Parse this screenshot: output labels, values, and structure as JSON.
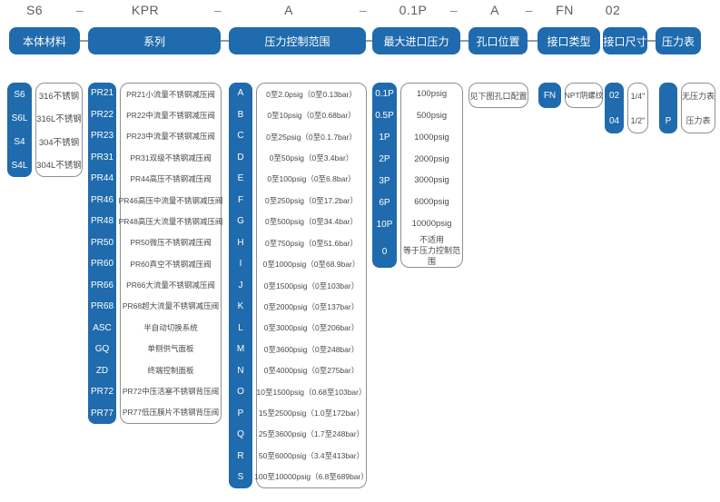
{
  "colors": {
    "primary_blue": "#1f6bad",
    "box_border": "#8f8f8f",
    "value_text": "#4a4a4a",
    "code_row_text": "#5d5d5d"
  },
  "code_row": {
    "values": [
      "S6",
      "KPR",
      "A",
      "0.1P",
      "A",
      "FN",
      "02"
    ],
    "dash": "–"
  },
  "columns": [
    {
      "header": "本体材料",
      "items": [
        {
          "code": "S6",
          "label": "316不锈钢"
        },
        {
          "code": "S6L",
          "label": "316L不锈钢"
        },
        {
          "code": "S4",
          "label": "304不锈钢"
        },
        {
          "code": "S4L",
          "label": "304L不锈钢"
        }
      ]
    },
    {
      "header": "系列",
      "items": [
        {
          "code": "PR21",
          "label": "PR21小流量不锈钢减压阀"
        },
        {
          "code": "PR22",
          "label": "PR22中流量不锈钢减压阀"
        },
        {
          "code": "PR23",
          "label": "PR23中流量不锈钢减压阀"
        },
        {
          "code": "PR31",
          "label": "PR31双级不锈钢减压阀"
        },
        {
          "code": "PR44",
          "label": "PR44高压不锈钢减压阀"
        },
        {
          "code": "PR46",
          "label": "PR46高压中流量不锈钢减压阀"
        },
        {
          "code": "PR48",
          "label": "PR48高压大流量不锈钢减压阀"
        },
        {
          "code": "PR50",
          "label": "PR50微压不锈钢减压阀"
        },
        {
          "code": "PR60",
          "label": "PR60真空不锈钢减压阀"
        },
        {
          "code": "PR66",
          "label": "PR66大流量不锈钢减压阀"
        },
        {
          "code": "PR68",
          "label": "PR68超大流量不锈钢减压阀"
        },
        {
          "code": "ASC",
          "label": "半自动切换系统"
        },
        {
          "code": "GQ",
          "label": "单侧供气面板"
        },
        {
          "code": "ZD",
          "label": "终端控制面板"
        },
        {
          "code": "PR72",
          "label": "PR72中压活塞不锈钢背压阀"
        },
        {
          "code": "PR77",
          "label": "PR77低压膜片不锈钢背压阀"
        }
      ]
    },
    {
      "header": "压力控制范围",
      "items": [
        {
          "code": "A",
          "label": "0至2.0psig（0至0.13bar）"
        },
        {
          "code": "B",
          "label": "0至10psig（0至0.68bar）"
        },
        {
          "code": "C",
          "label": "0至25psig（0至0.1.7bar）"
        },
        {
          "code": "D",
          "label": "0至50psig（0至3.4bar）"
        },
        {
          "code": "E",
          "label": "0至100psig（0至6.8bar）"
        },
        {
          "code": "F",
          "label": "0至250psig（0至17.2bar）"
        },
        {
          "code": "G",
          "label": "0至500psig（0至34.4bar）"
        },
        {
          "code": "H",
          "label": "0至750psig（0至51.6bar）"
        },
        {
          "code": "I",
          "label": "0至1000psig（0至68.9bar）"
        },
        {
          "code": "J",
          "label": "0至1500psig（0至103bar）"
        },
        {
          "code": "K",
          "label": "0至2000psig（0至137bar）"
        },
        {
          "code": "L",
          "label": "0至3000psig（0至206bar）"
        },
        {
          "code": "M",
          "label": "0至3600psig（0至248bar）"
        },
        {
          "code": "N",
          "label": "0至4000psig（0至275bar）"
        },
        {
          "code": "O",
          "label": "10至1500psig（0.68至103bar）"
        },
        {
          "code": "P",
          "label": "15至2500psig（1.0至172bar）"
        },
        {
          "code": "Q",
          "label": "25至3600psig（1.7至248bar）"
        },
        {
          "code": "R",
          "label": "50至6000psig（3.4至413bar）"
        },
        {
          "code": "S",
          "label": "100至10000psig（6.8至689bar）"
        }
      ]
    },
    {
      "header": "最大进口压力",
      "items": [
        {
          "code": "0.1P",
          "label": "100psig"
        },
        {
          "code": "0.5P",
          "label": "500psig"
        },
        {
          "code": "1P",
          "label": "1000psig"
        },
        {
          "code": "2P",
          "label": "2000psig"
        },
        {
          "code": "3P",
          "label": "3000psig"
        },
        {
          "code": "6P",
          "label": "6000psig"
        },
        {
          "code": "10P",
          "label": "10000psig"
        },
        {
          "code": "0",
          "label": "不适用\n等于压力控制范围"
        }
      ]
    },
    {
      "header": "孔口位置",
      "items": [
        {
          "label": "见下图孔口配置"
        }
      ]
    },
    {
      "header": "接口类型",
      "items": [
        {
          "code": "FN",
          "label": "NPT阴螺纹"
        }
      ]
    },
    {
      "header": "接口尺寸",
      "items": [
        {
          "code": "02",
          "label": "1/4\""
        },
        {
          "code": "04",
          "label": "1/2\""
        }
      ]
    },
    {
      "header": "压力表",
      "items": [
        {
          "code": "",
          "label": "无压力表"
        },
        {
          "code": "P",
          "label": "压力表"
        }
      ]
    }
  ]
}
